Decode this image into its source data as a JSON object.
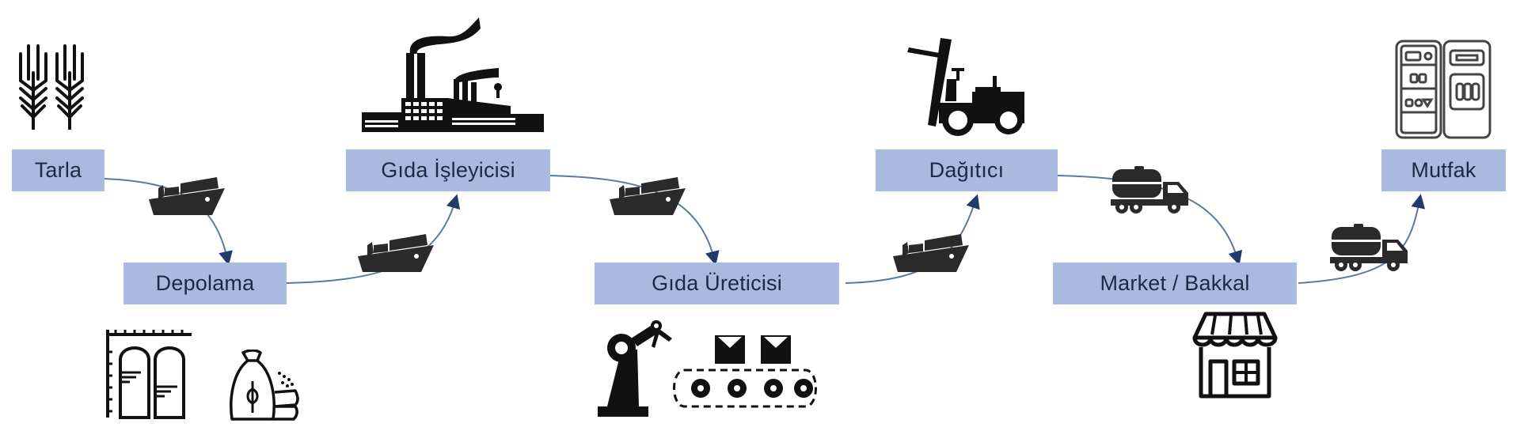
{
  "diagram": {
    "title": "",
    "colors": {
      "node_fill": "#a8badf",
      "node_text": "#1c2a44",
      "connector": "#5a7aa0",
      "arrowhead": "#1f3a6b",
      "icon": "#111111"
    },
    "nodes": [
      {
        "id": "tarla",
        "label": "Tarla",
        "icon": "wheat-icon"
      },
      {
        "id": "depolama",
        "label": "Depolama",
        "icon": "silo-and-grain-sack-icon"
      },
      {
        "id": "gida_isleyicisi",
        "label": "Gıda İşleyicisi",
        "icon": "factory-icon"
      },
      {
        "id": "gida_ureticisi",
        "label": "Gıda Üreticisi",
        "icon": "robot-arm-conveyor-icon"
      },
      {
        "id": "dagitici",
        "label": "Dağıtıcı",
        "icon": "forklift-icon"
      },
      {
        "id": "market_bakkal",
        "label": "Market / Bakkal",
        "icon": "store-icon"
      },
      {
        "id": "mutfak",
        "label": "Mutfak",
        "icon": "refrigerator-icon"
      }
    ],
    "edges": [
      {
        "from": "tarla",
        "to": "depolama",
        "transport": "ship-icon"
      },
      {
        "from": "depolama",
        "to": "gida_isleyicisi",
        "transport": "ship-icon"
      },
      {
        "from": "gida_isleyicisi",
        "to": "gida_ureticisi",
        "transport": "ship-icon"
      },
      {
        "from": "gida_ureticisi",
        "to": "dagitici",
        "transport": "ship-icon"
      },
      {
        "from": "dagitici",
        "to": "market_bakkal",
        "transport": "tanker-truck-icon"
      },
      {
        "from": "market_bakkal",
        "to": "mutfak",
        "transport": "tanker-truck-icon"
      }
    ]
  }
}
